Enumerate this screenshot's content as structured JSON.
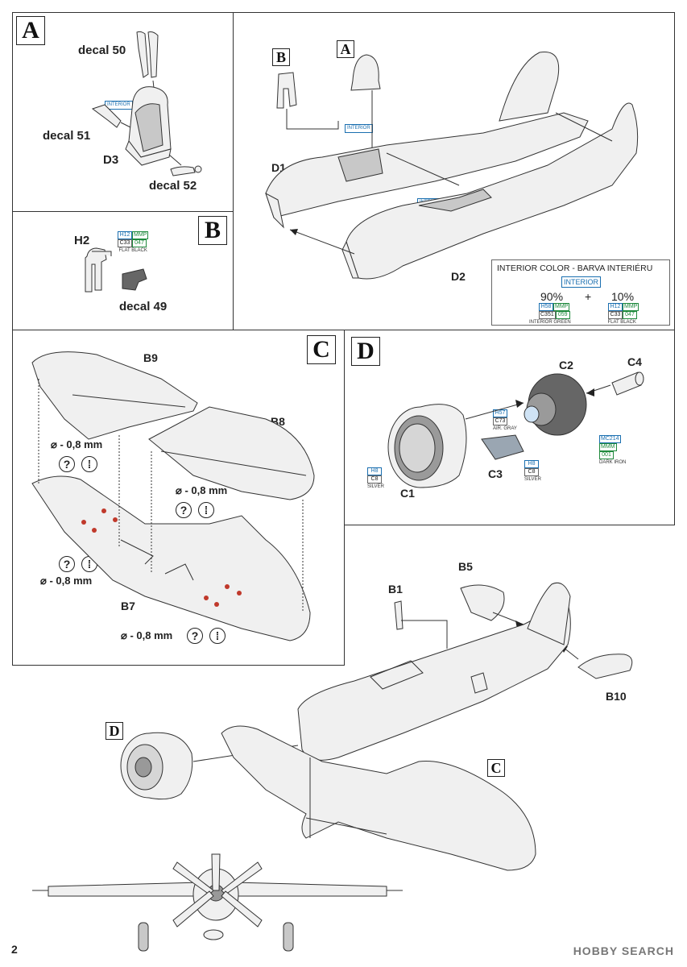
{
  "page_number": "2",
  "watermark": "HOBBY SEARCH",
  "sections": {
    "A": "A",
    "B": "B",
    "C": "C",
    "D": "D"
  },
  "panel_A": {
    "decal_50": "decal 50",
    "decal_51": "decal 51",
    "decal_52": "decal 52",
    "part_d3": "D3",
    "interior_tag": "INTERIOR"
  },
  "panel_B": {
    "part_h2": "H2",
    "decal_49": "decal 49",
    "paint": {
      "h": "H12",
      "mmp": "MMP",
      "c": "C33",
      "num": "047",
      "name": "FLAT BLACK"
    }
  },
  "panel_fuselage": {
    "ref_b": "B",
    "ref_a": "A",
    "part_d1": "D1",
    "part_d2": "D2",
    "interior_tag1": "INTERIOR",
    "interior_tag2": "INTERIOR",
    "interior_color": {
      "title": "INTERIOR COLOR - BARVA INTERIÉRU",
      "tag": "INTERIOR",
      "pct1": "90%",
      "plus": "+",
      "pct2": "10%",
      "left": {
        "h": "H58",
        "mmp": "MMP",
        "c": "C351",
        "num": "059",
        "name": "INTERIOR GREEN"
      },
      "right": {
        "h": "H12",
        "mmp": "MMP",
        "c": "C33",
        "num": "047",
        "name": "FLAT BLACK"
      }
    }
  },
  "panel_C": {
    "part_b9": "B9",
    "part_b8": "B8",
    "part_b7": "B7",
    "drill1": "⌀ - 0,8 mm",
    "drill2": "⌀ - 0,8 mm",
    "drill3": "⌀ - 0,8 mm",
    "drill4": "⌀ - 0,8 mm",
    "q": "?"
  },
  "panel_D": {
    "part_c1": "C1",
    "part_c2": "C2",
    "part_c3": "C3",
    "part_c4": "C4",
    "c1_paint": {
      "h": "H8",
      "c": "C8",
      "name": "SILVER"
    },
    "c3_paint": {
      "h": "H8",
      "c": "C8",
      "name": "SILVER"
    },
    "c2_paint": {
      "h": "H57",
      "c": "C73",
      "name": "AIR. GRAY"
    },
    "dark_iron": {
      "mc": "MC214",
      "mmm": "MMM",
      "num": "001",
      "name": "DARK IRON"
    }
  },
  "final": {
    "part_b1": "B1",
    "part_b5": "B5",
    "part_b10": "B10",
    "ref_d": "D",
    "ref_c": "C"
  }
}
